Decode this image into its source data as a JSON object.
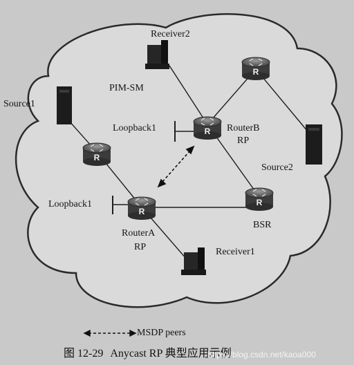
{
  "labels": {
    "receiver2": "Receiver2",
    "pim_sm": "PIM-SM",
    "source1": "Source1",
    "loopback_b": "Loopback1",
    "router_b_name": "RouterB",
    "router_b_role": "RP",
    "source2": "Source2",
    "loopback_a": "Loopback1",
    "bsr": "BSR",
    "router_a_name": "RouterA",
    "router_a_role": "RP",
    "receiver1": "Receiver1"
  },
  "router_icon_glyph": "R",
  "legend": {
    "label": "MSDP peers"
  },
  "caption": {
    "figure": "图 12-29",
    "title": "Anycast RP 典型应用示例"
  },
  "watermark": "https://blog.csdn.net/kaoa000",
  "colors": {
    "background": "#c9c9c9",
    "cloud_fill": "#dadada",
    "router": "#4a4a4a",
    "line": "#1e1e1e"
  }
}
